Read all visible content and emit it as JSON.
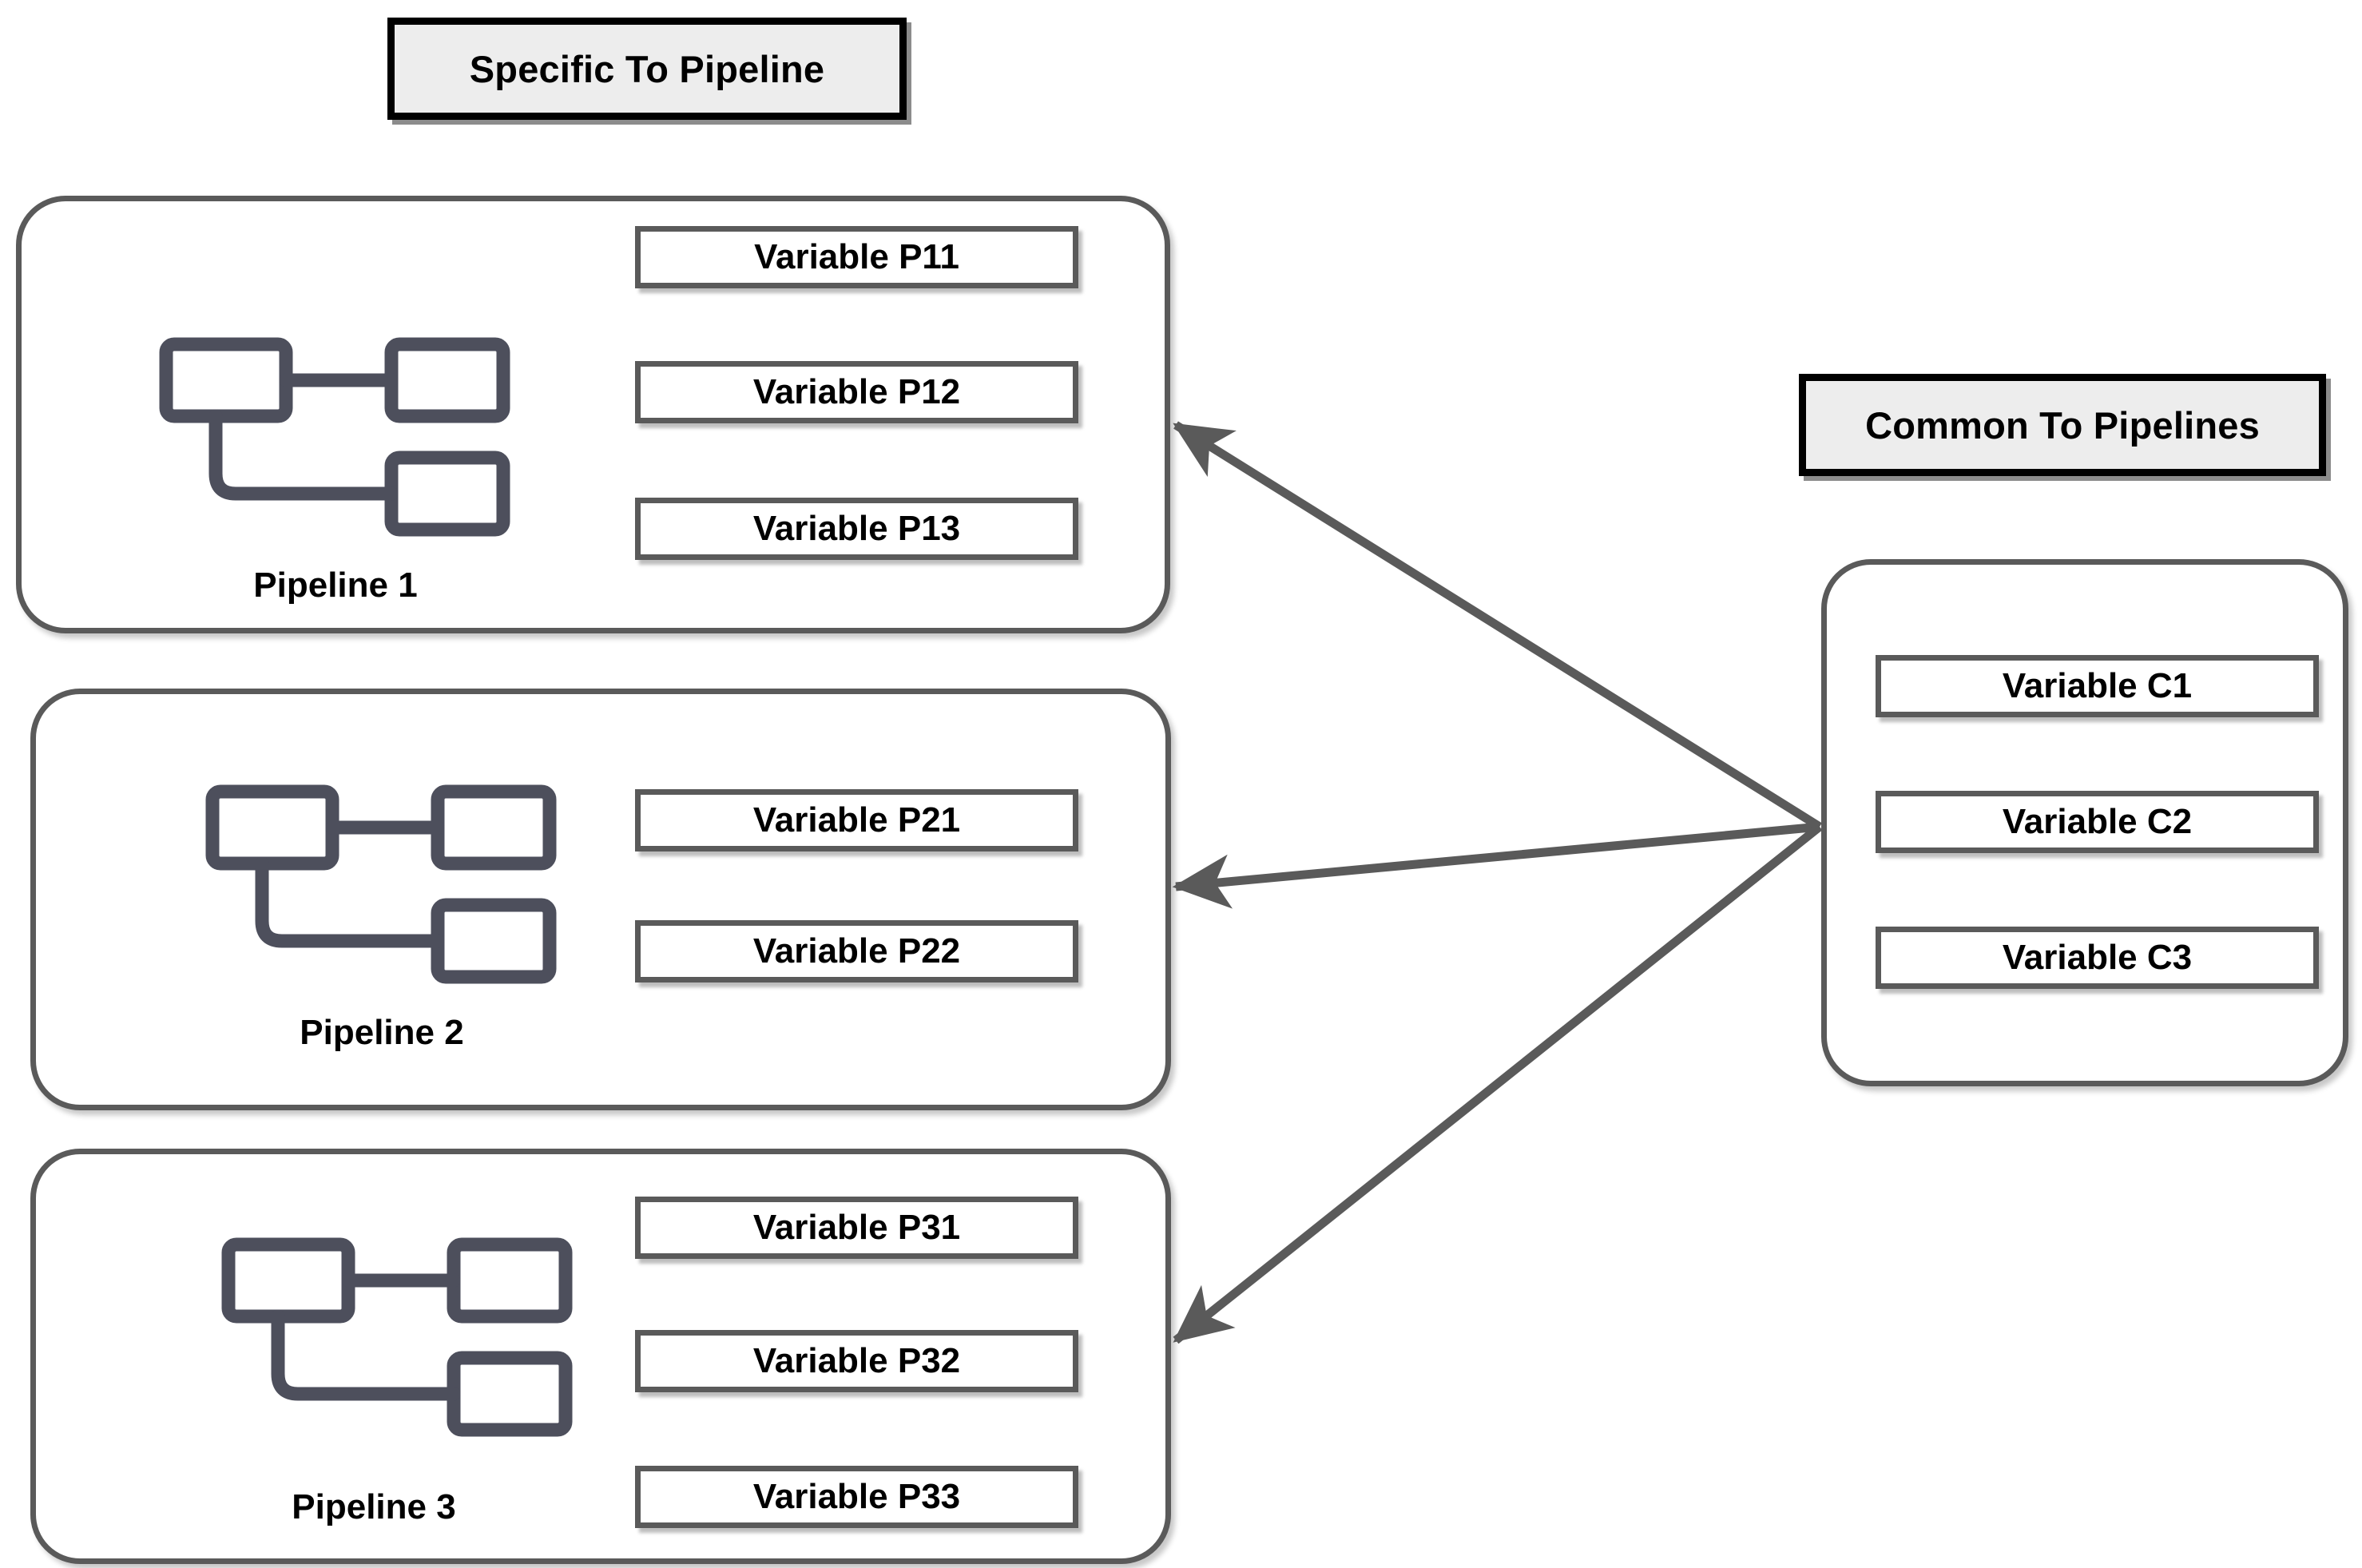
{
  "headers": {
    "specific": {
      "label": "Specific To Pipeline"
    },
    "common": {
      "label": "Common To Pipelines"
    }
  },
  "pipelines": [
    {
      "caption": "Pipeline 1",
      "icon_name": "pipeline-hierarchy-icon",
      "variables": [
        {
          "label": "Variable P11"
        },
        {
          "label": "Variable P12"
        },
        {
          "label": "Variable P13"
        }
      ]
    },
    {
      "caption": "Pipeline 2",
      "icon_name": "pipeline-hierarchy-icon",
      "variables": [
        {
          "label": "Variable P21"
        },
        {
          "label": "Variable P22"
        }
      ]
    },
    {
      "caption": "Pipeline 3",
      "icon_name": "pipeline-hierarchy-icon",
      "variables": [
        {
          "label": "Variable P31"
        },
        {
          "label": "Variable P32"
        },
        {
          "label": "Variable P33"
        }
      ]
    }
  ],
  "common_panel": {
    "variables": [
      {
        "label": "Variable C1"
      },
      {
        "label": "Variable C2"
      },
      {
        "label": "Variable C3"
      }
    ]
  },
  "colors": {
    "header_border": "#000000",
    "header_fill": "#ededed",
    "card_border": "#5a5a5a",
    "var_border": "#5a5a5a",
    "icon_stroke": "#4d4f5c",
    "arrow": "#5a5a5a",
    "text": "#000000",
    "background": "#ffffff"
  }
}
